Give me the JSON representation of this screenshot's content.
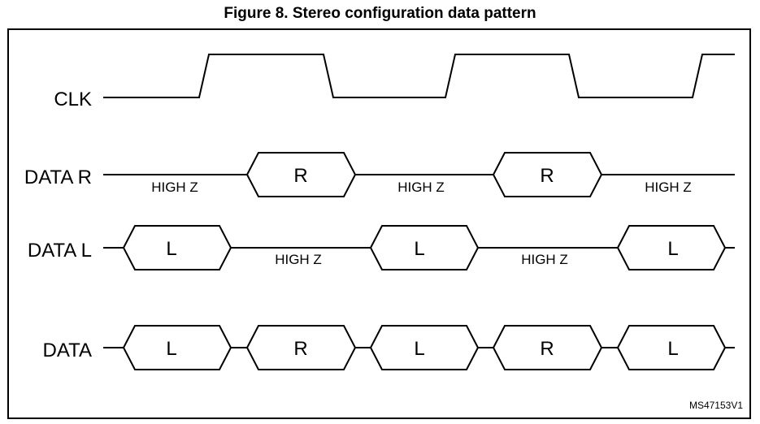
{
  "figure": {
    "title": "Figure 8. Stereo configuration data pattern",
    "reference": "MS47153V1"
  },
  "signals": {
    "clk": {
      "label": "CLK"
    },
    "data_r": {
      "label": "DATA R",
      "cells": [
        "R",
        "R"
      ],
      "high_z": [
        "HIGH Z",
        "HIGH Z",
        "HIGH Z"
      ]
    },
    "data_l": {
      "label": "DATA L",
      "cells": [
        "L",
        "L",
        "L"
      ],
      "high_z": [
        "HIGH Z",
        "HIGH Z"
      ]
    },
    "data": {
      "label": "DATA",
      "cells": [
        "L",
        "R",
        "L",
        "R",
        "L"
      ]
    }
  }
}
